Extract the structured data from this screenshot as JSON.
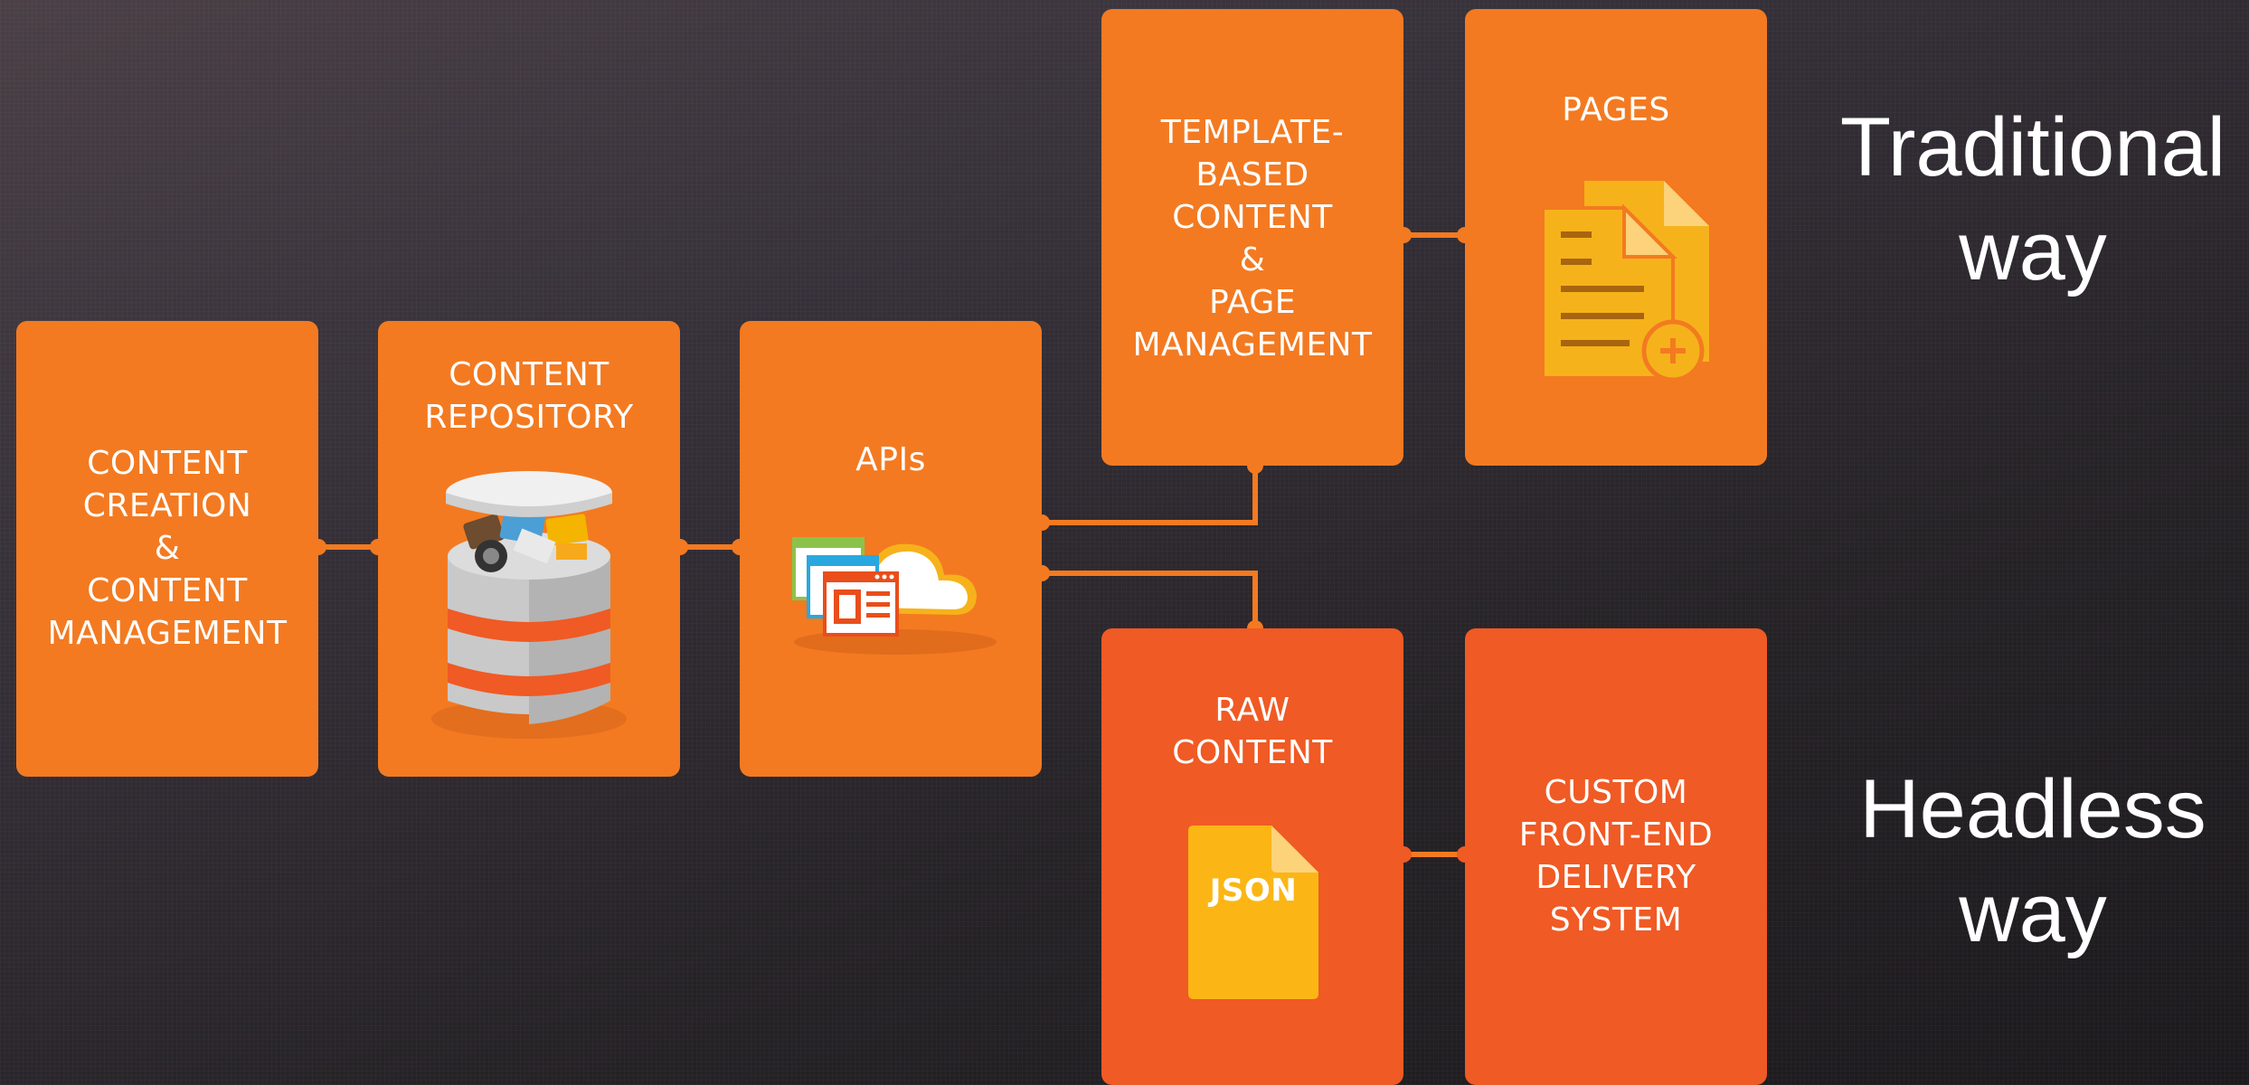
{
  "nodes": {
    "content_creation": {
      "lines": [
        "CONTENT",
        "CREATION",
        "&",
        "CONTENT",
        "MANAGEMENT"
      ]
    },
    "content_repository": {
      "lines": [
        "CONTENT",
        "REPOSITORY"
      ],
      "icon": "database-icon"
    },
    "apis": {
      "lines": [
        "APIs"
      ],
      "icon": "cloud-api-icon"
    },
    "template_based": {
      "lines": [
        "TEMPLATE-",
        "BASED",
        "CONTENT",
        "&",
        "PAGE",
        "MANAGEMENT"
      ]
    },
    "pages": {
      "lines": [
        "PAGES"
      ],
      "icon": "document-add-icon"
    },
    "raw_content": {
      "lines": [
        "RAW",
        "CONTENT"
      ],
      "icon": "json-file-icon",
      "icon_text": "JSON"
    },
    "custom_frontend": {
      "lines": [
        "CUSTOM",
        "FRONT-END",
        "DELIVERY",
        "SYSTEM"
      ]
    }
  },
  "side_labels": {
    "traditional": [
      "Traditional",
      "way"
    ],
    "headless": [
      "Headless",
      "way"
    ]
  },
  "colors": {
    "card_orange": "#f37a21",
    "card_red": "#f05a24",
    "connector": "#f37a21",
    "text": "#ffffff"
  }
}
